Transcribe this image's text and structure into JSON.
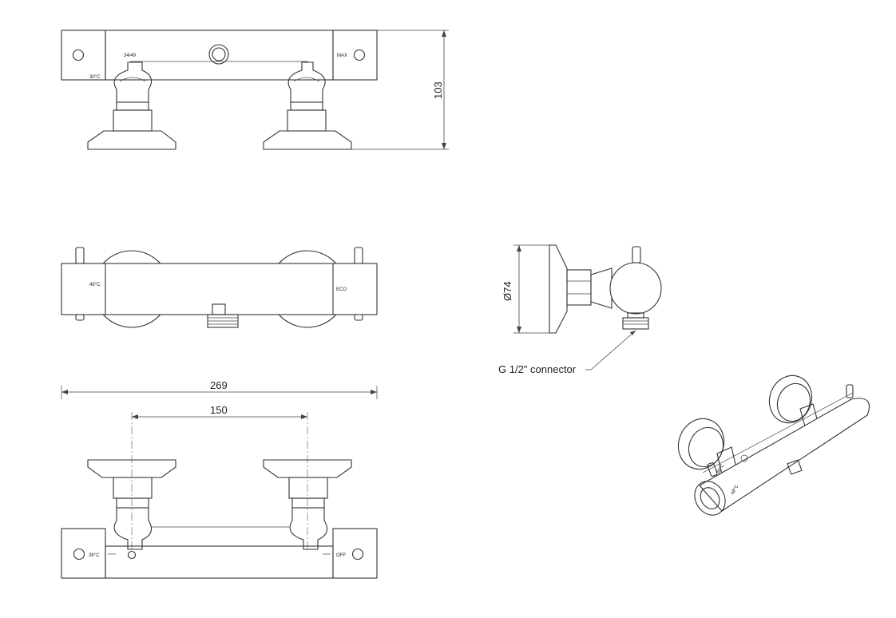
{
  "top_view": {
    "label_34_49": "34/49",
    "label_max": "MAX",
    "label_30c": "30°C",
    "dim_height": "103"
  },
  "front_view": {
    "label_48c": "48°C",
    "label_eco": "ECO"
  },
  "bottom_view": {
    "dim_total_width": "269",
    "dim_center_distance": "150",
    "label_38c": "38°C",
    "label_off": "OFF"
  },
  "side_view": {
    "dim_diameter": "Ø74",
    "connector_label": "G 1/2\" connector"
  },
  "iso_view": {
    "label_38": "38°C",
    "label_48": "48°C"
  }
}
